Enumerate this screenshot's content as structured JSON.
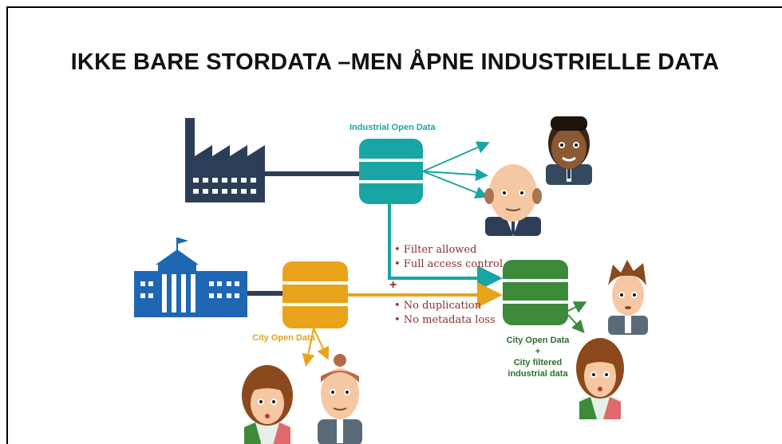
{
  "slide": {
    "title": "IKKE BARE STORDATA –MEN ÅPNE INDUSTRIELLE DATA"
  },
  "diagram": {
    "industrial_db_label": "Industrial Open Data",
    "city_db_label": "City Open Data",
    "merged_db_label_1": "City Open Data",
    "merged_db_label_2": "+",
    "merged_db_label_3": "City filtered",
    "merged_db_label_4": "industrial data",
    "features_top": [
      "• Filter allowed",
      "• Full access control"
    ],
    "plus_sign": "+",
    "features_bottom": [
      "• No duplication",
      "• No metadata loss"
    ]
  },
  "colors": {
    "navy": "#2c3e55",
    "blue": "#1f66b3",
    "teal": "#1aa5a5",
    "yellow": "#e8a31b",
    "green": "#3c8a3a",
    "text_red": "#8c2f2f"
  },
  "icons": [
    "factory-icon",
    "city-hall-icon",
    "industrial-database-icon",
    "city-database-icon",
    "merged-database-icon",
    "person-avatar-icon"
  ]
}
